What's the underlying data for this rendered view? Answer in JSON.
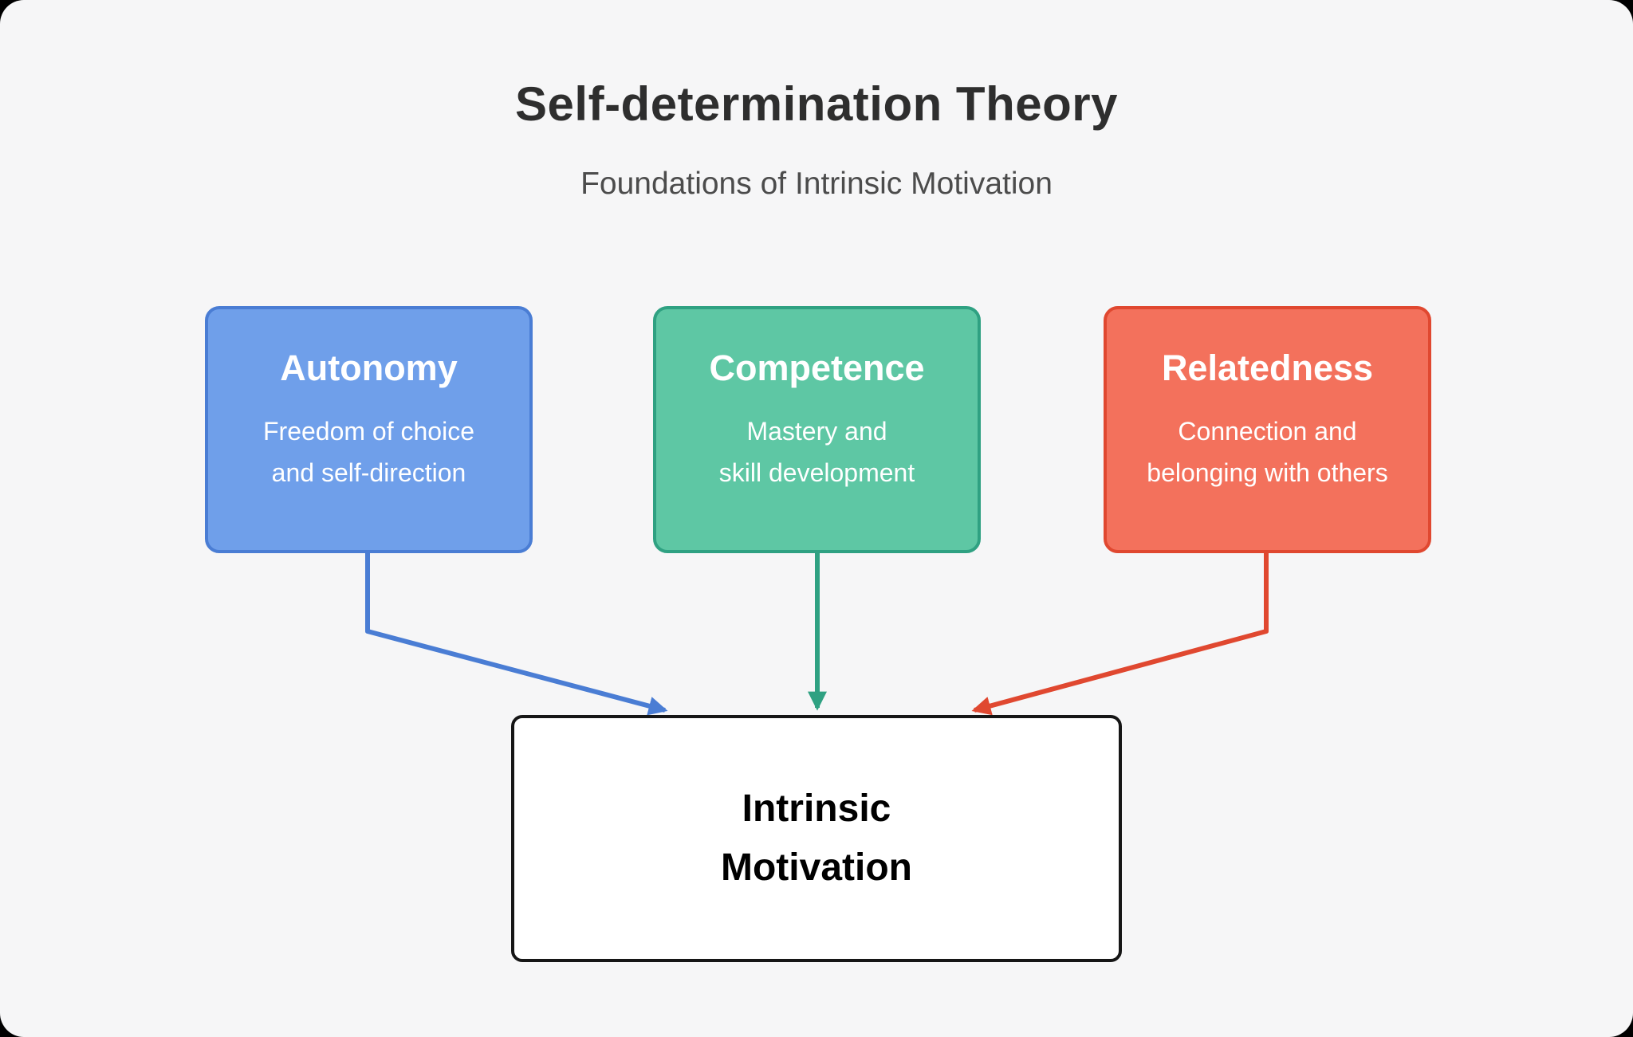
{
  "canvas": {
    "background": "#f6f6f7"
  },
  "header": {
    "title": "Self-determination Theory",
    "subtitle": "Foundations of Intrinsic Motivation"
  },
  "factors": [
    {
      "label": "Autonomy",
      "desc_line1": "Freedom of choice",
      "desc_line2": "and self-direction",
      "fill": "#6f9fea",
      "border": "#4a7dd4",
      "arrow_color": "#4a7dd4"
    },
    {
      "label": "Competence",
      "desc_line1": "Mastery and",
      "desc_line2": "skill development",
      "fill": "#5ec7a4",
      "border": "#2fa182",
      "arrow_color": "#2fa182"
    },
    {
      "label": "Relatedness",
      "desc_line1": "Connection and",
      "desc_line2": "belonging with others",
      "fill": "#f3715c",
      "border": "#e04830",
      "arrow_color": "#e04830"
    }
  ],
  "outcome": {
    "line1": "Intrinsic",
    "line2": "Motivation",
    "fill": "#ffffff",
    "border": "#161616"
  }
}
